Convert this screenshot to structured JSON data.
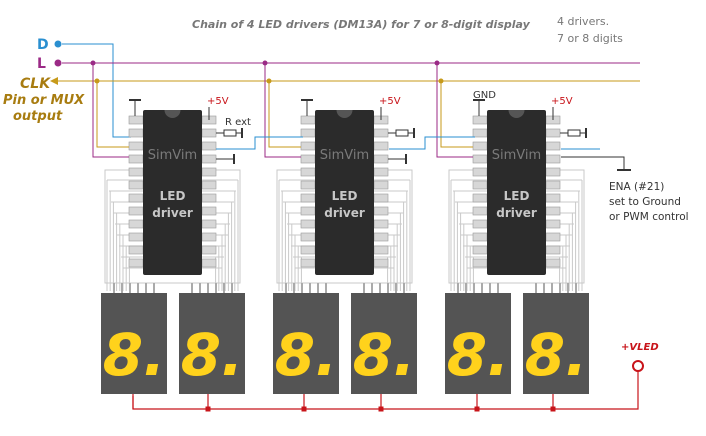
{
  "title": "Chain of 4 LED drivers (DM13A)  for 7 or 8-digit display",
  "note": {
    "line1": "4 drivers.",
    "line2": "7 or 8 digits"
  },
  "signals": {
    "d": "D",
    "l": "L",
    "clk1": "CLK",
    "clk2": "Pin or MUX",
    "clk3": "output"
  },
  "labels": {
    "plus5v": "+5V",
    "rext": "R ext",
    "gnd": "GND",
    "chip_line1": "LED",
    "chip_line2": "driver",
    "watermark": "SimVim",
    "vled": "+VLED"
  },
  "ena": {
    "line1": "ENA    (#21)",
    "line2": "set to Ground",
    "line3": "or PWM control"
  },
  "digit_glyph": "8.",
  "colors": {
    "d_line": "#2a8fd0",
    "l_line": "#9b2a86",
    "clk_line": "#c79a1a",
    "chip": "#2b2b2b",
    "pin": "#d7d7d7",
    "display_bg": "#545454",
    "segment_on": "#ffd21c",
    "vled_wire": "#c8141a",
    "frame_line": "#c9c9c9"
  }
}
